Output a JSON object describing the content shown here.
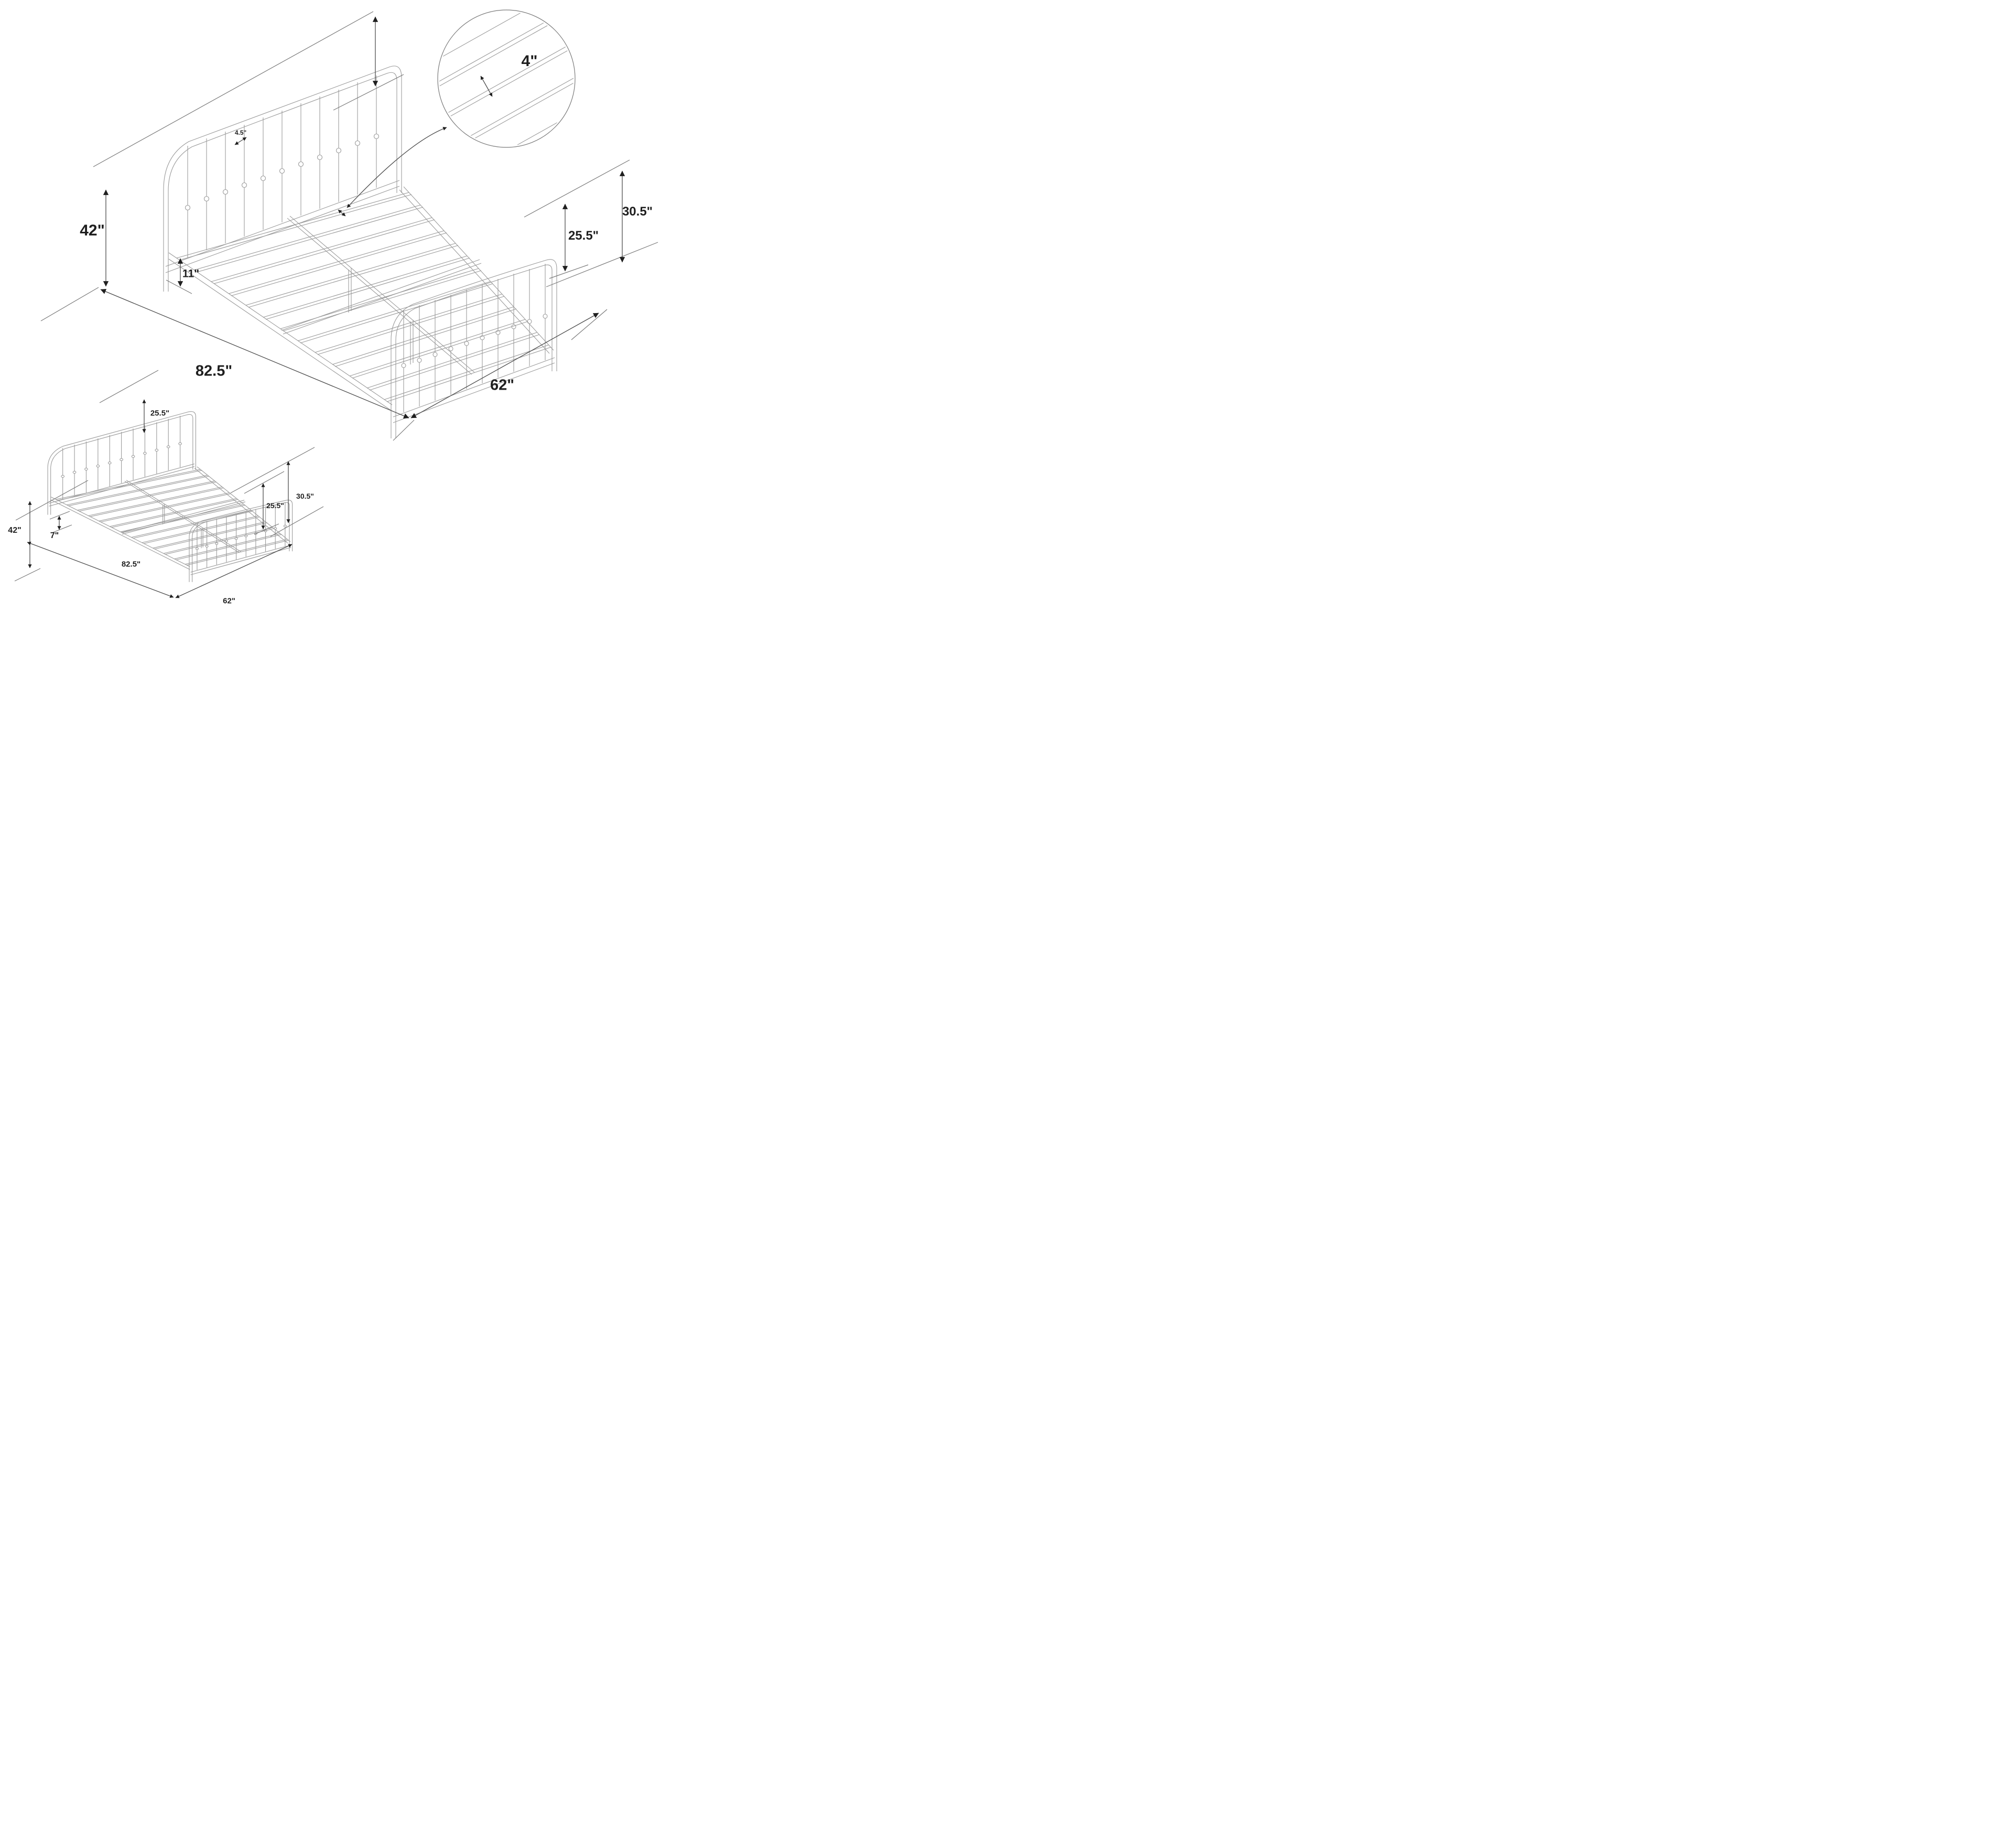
{
  "diagram": {
    "type": "furniture-dimension-diagram",
    "subject": "metal bed frame with arched spindle headboard and footboard, slatted base",
    "units": "inches",
    "colors": {
      "background": "#ffffff",
      "artwork_line": "#9a9a9a",
      "dimension_line": "#4d4d4d",
      "text": "#1f1f1f"
    },
    "main_view": {
      "headboard_height_label": "42\"",
      "spindle_gap_label": "4.5\"",
      "underbed_clearance_label": "11\"",
      "length_label": "82.5\"",
      "width_label": "62\"",
      "side_rail_height_label": "25.5\"",
      "footboard_height_label": "30.5\""
    },
    "detail_view": {
      "slat_gap_label": "4\""
    },
    "small_view": {
      "headboard_height_label": "42\"",
      "headboard_above_base_label": "25.5\"",
      "underbed_clearance_label": "7\"",
      "length_label": "82.5\"",
      "width_label": "62\"",
      "side_rail_height_label": "25.5\"",
      "footboard_height_label": "30.5\""
    }
  }
}
